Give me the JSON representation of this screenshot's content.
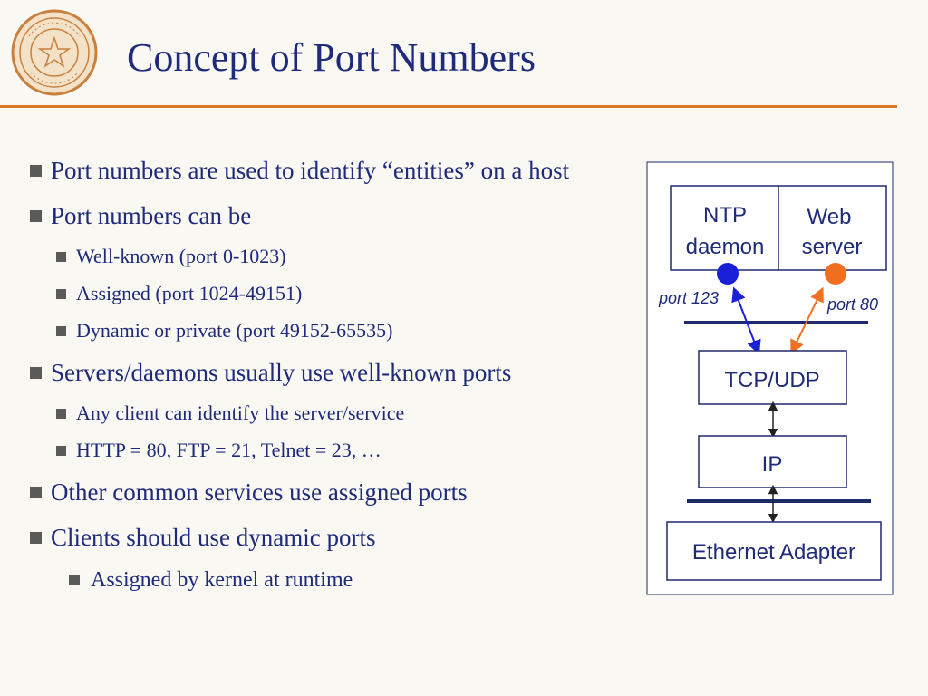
{
  "slide": {
    "title": "Concept of Port Numbers"
  },
  "bullets": {
    "b1": "Port numbers are used to identify “entities” on a host",
    "b2": "Port numbers can be",
    "b2_1": "Well-known (port 0-1023)",
    "b2_2": "Assigned (port 1024-49151)",
    "b2_3": "Dynamic or private (port 49152-65535)",
    "b3": "Servers/daemons usually use well-known ports",
    "b3_1": "Any client can identify the server/service",
    "b3_2": "HTTP = 80, FTP = 21, Telnet = 23, …",
    "b4": "Other common services use assigned ports",
    "b5": "Clients should use dynamic ports",
    "b5_1": "Assigned by kernel at runtime"
  },
  "diagram": {
    "ntp_line1": "NTP",
    "ntp_line2": "daemon",
    "web_line1": "Web",
    "web_line2": "server",
    "port_left": "port 123",
    "port_right": "port 80",
    "tcpudp": "TCP/UDP",
    "ip": "IP",
    "ethernet": "Ethernet Adapter"
  },
  "colors": {
    "title": "#1e2a7a",
    "rule": "#e07a22",
    "ntp_dot": "#1a20d8",
    "web_dot": "#f07020",
    "bar": "#1e2a6a"
  }
}
